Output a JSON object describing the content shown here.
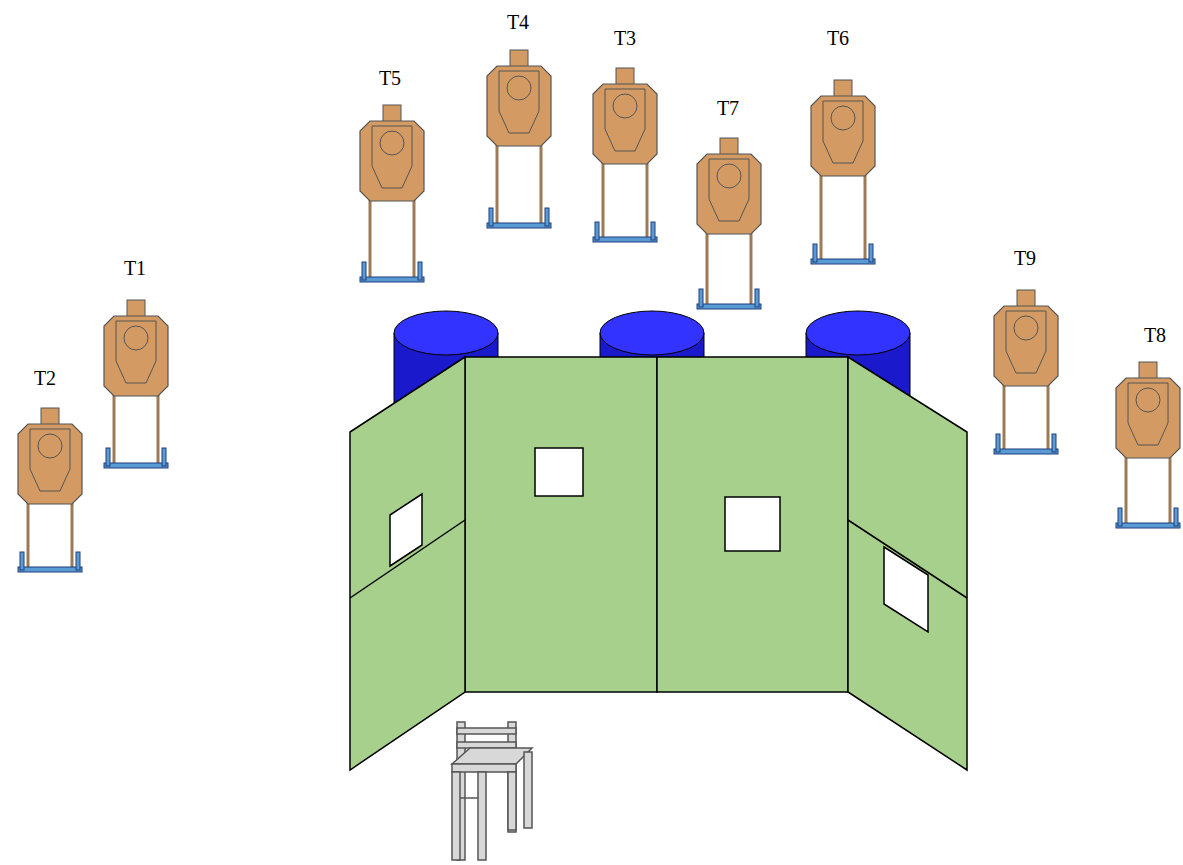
{
  "diagram": {
    "labels": [
      "T4",
      "T3",
      "T6",
      "T5",
      "T7",
      "T1",
      "T9",
      "T2",
      "T8"
    ]
  }
}
